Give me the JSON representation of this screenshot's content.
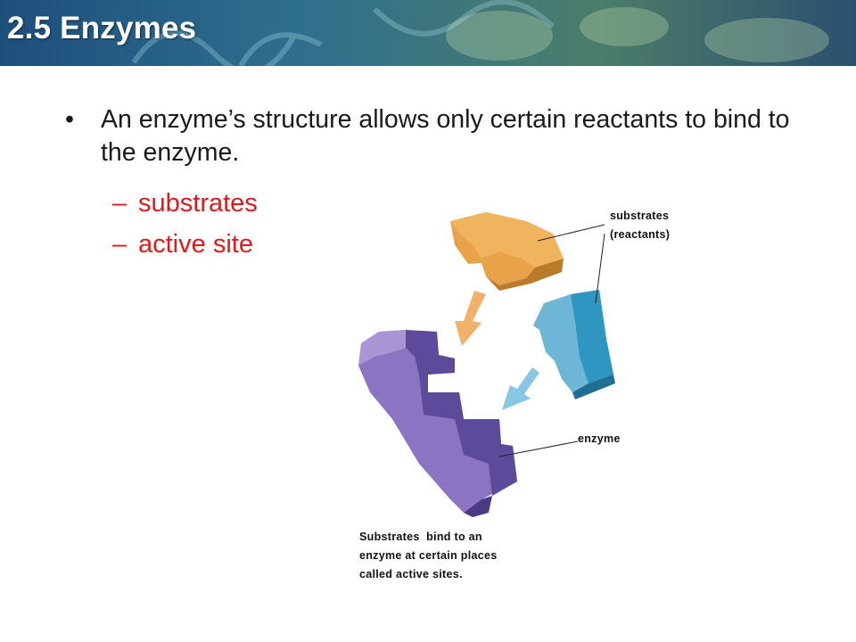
{
  "header": {
    "title": "2.5 Enzymes"
  },
  "bullet": {
    "marker": "•",
    "text": "An enzyme’s structure allows only certain reactants to bind to the enzyme."
  },
  "subitems": [
    {
      "dash": "–",
      "label": "substrates"
    },
    {
      "dash": "–",
      "label": "active site"
    }
  ],
  "diagram": {
    "labels": {
      "substrates_line1": "substrates",
      "substrates_line2": "(reactants)",
      "enzyme": "enzyme",
      "caption_line1": "Substrates  bind to an",
      "caption_line2": "enzyme at certain places",
      "caption_line3": "called active sites."
    }
  },
  "colors": {
    "subitem_text": "#e01a1a",
    "enzyme_purple": "#8b74c2",
    "substrate_orange": "#e8a34a",
    "substrate_blue": "#3a9fc4"
  }
}
